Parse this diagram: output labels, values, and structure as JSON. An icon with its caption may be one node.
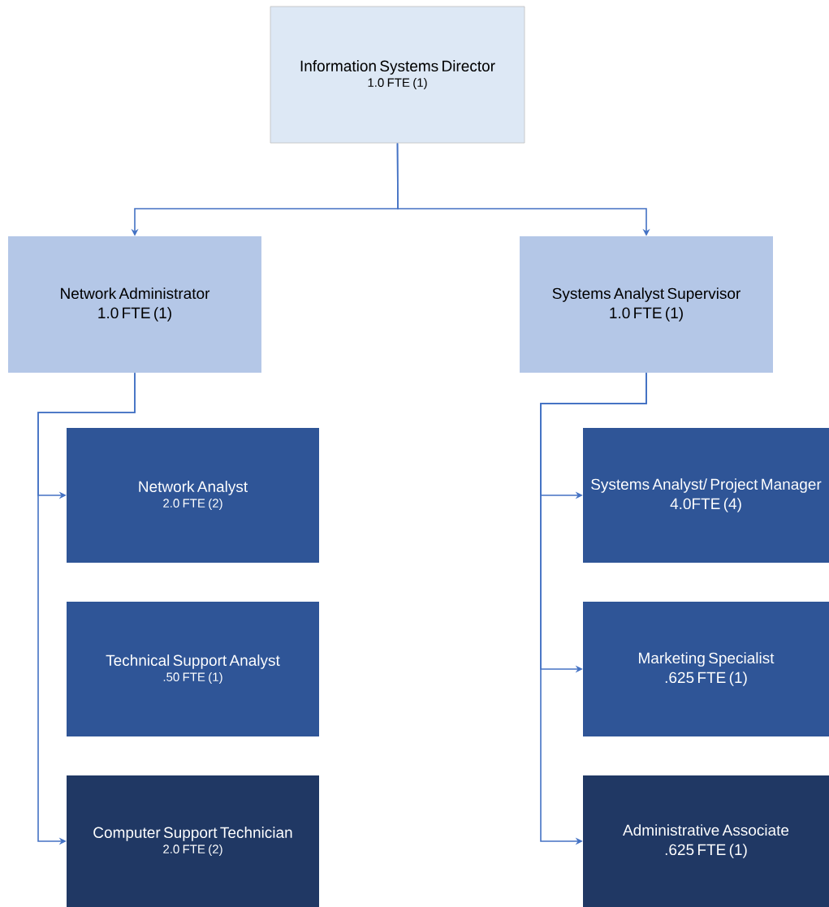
{
  "diagram": {
    "nodes": [
      {
        "text": [
          "Information Systems Director",
          "1.0 FTE (1)"
        ]
      },
      {
        "text": [
          "Network Administrator",
          "1.0 FTE (1)"
        ]
      },
      {
        "text": [
          "Systems Analyst Supervisor",
          "1.0 FTE (1)"
        ]
      },
      {
        "text": [
          "Network Analyst",
          "2.0 FTE (2)"
        ]
      },
      {
        "text": [
          "Technical Support Analyst",
          ".50 FTE (1)"
        ]
      },
      {
        "text": [
          "Computer Support Technician",
          "2.0 FTE (2)"
        ]
      },
      {
        "text": [
          "Systems Analyst/ Project Manager",
          "4.0FTE (4)"
        ]
      },
      {
        "text": [
          "Marketing Specialist",
          ".625 FTE (1)"
        ]
      },
      {
        "text": [
          "Administrative Associate",
          ".625 FTE (1)"
        ]
      }
    ],
    "edges": [
      {
        "from": 0,
        "to": 1,
        "arrow": "to"
      },
      {
        "from": 0,
        "to": 2,
        "arrow": "to"
      },
      {
        "from": 1,
        "to": 3,
        "arrow": "to"
      },
      {
        "from": 1,
        "to": 5,
        "arrow": "to"
      },
      {
        "from": 2,
        "to": 6,
        "arrow": "to"
      },
      {
        "from": 2,
        "to": 7,
        "arrow": "to"
      },
      {
        "from": 2,
        "to": 8,
        "arrow": "to"
      }
    ]
  }
}
